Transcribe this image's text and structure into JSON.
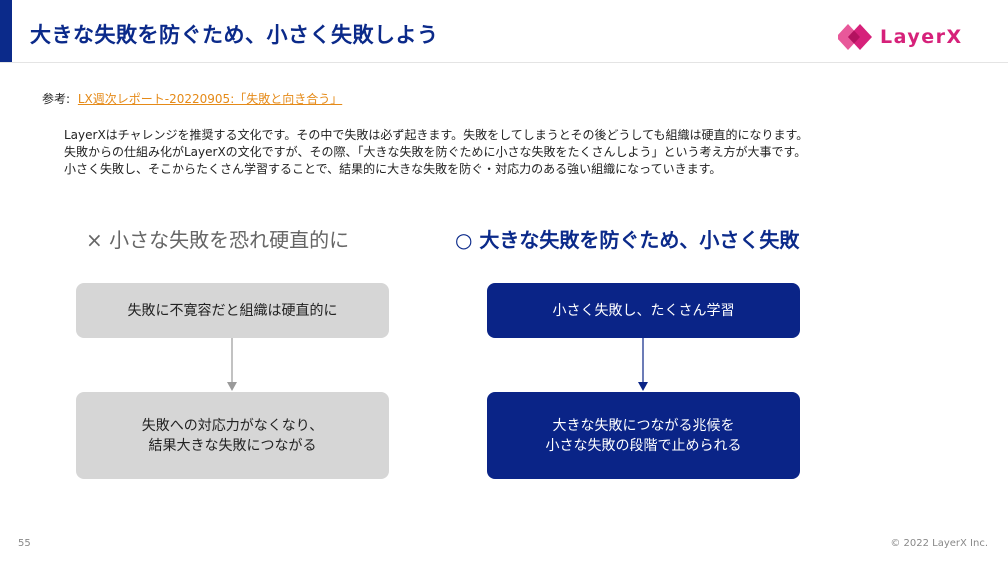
{
  "slide": {
    "title": "大きな失敗を防ぐため、小さく失敗しよう",
    "logo_text": "LayerX",
    "reference_label": "参考:",
    "reference_link": "LX週次レポート-20220905:「失敗と向き合う」",
    "intro_lines": [
      "LayerXはチャレンジを推奨する文化です。その中で失敗は必ず起きます。失敗をしてしまうとその後どうしても組織は硬直的になります。",
      "失敗からの仕組み化がLayerXの文化ですが、その際、「大きな失敗を防ぐために小さな失敗をたくさんしよう」という考え方が大事です。",
      "小さく失敗し、そこからたくさん学習することで、結果的に大きな失敗を防ぐ・対応力のある強い組織になっていきます。"
    ],
    "left_heading": "× 小さな失敗を恐れ硬直的に",
    "right_heading": "○ 大きな失敗を防ぐため、小さく失敗",
    "left_box_top": "失敗に不寛容だと組織は硬直的に",
    "left_box_bottom": "失敗への対応力がなくなり、\n結果大きな失敗につながる",
    "right_box_top": "小さく失敗し、たくさん学習",
    "right_box_bottom": "大きな失敗につながる兆候を\n小さな失敗の段階で止められる",
    "page_number": "55",
    "copyright": "© 2022 LayerX Inc."
  },
  "colors": {
    "brand_navy": "#0b2a8a",
    "box_blue": "#0a2487",
    "box_gray": "#d6d6d6",
    "logo_pink": "#d6217a",
    "link_orange": "#e58a18"
  }
}
